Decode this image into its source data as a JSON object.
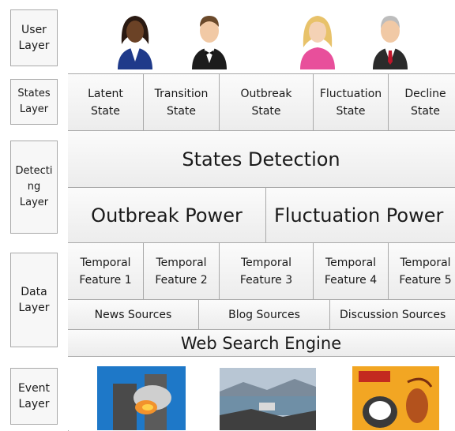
{
  "layers": [
    "User\nLayer",
    "States\nLayer",
    "Detecti\nng\nLayer",
    "Data\nLayer",
    "Event\nLayer"
  ],
  "user_icons": [
    "user-woman-dark-icon",
    "user-man-tuxedo-icon",
    "user-woman-blonde-icon",
    "user-man-grey-icon"
  ],
  "states": [
    "Latent\nState",
    "Transition\nState",
    "Outbreak\nState",
    "Fluctuation\nState",
    "Decline\nState"
  ],
  "states_detection": "States Detection",
  "powers": [
    "Outbreak Power",
    "Fluctuation Power"
  ],
  "temporal_features": [
    "Temporal\nFeature 1",
    "Temporal\nFeature 2",
    "Temporal\nFeature 3",
    "Temporal\nFeature 4",
    "Temporal\nFeature 5"
  ],
  "sources": [
    "News Sources",
    "Blog Sources",
    "Discussion Sources"
  ],
  "engine": "Web Search Engine",
  "event_images": [
    "burning-building-photo",
    "coastal-flood-photo",
    "animated-movie-poster-photo"
  ]
}
